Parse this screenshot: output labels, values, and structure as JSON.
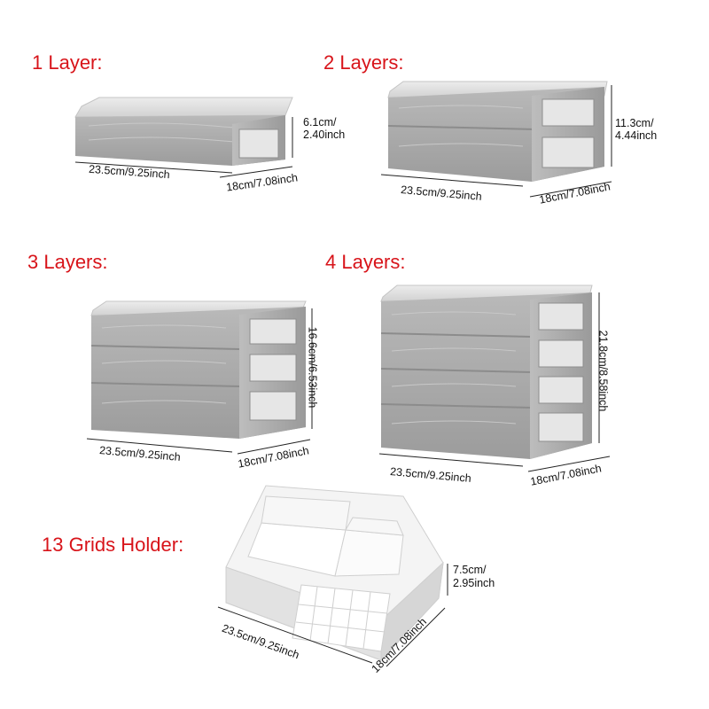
{
  "labels": {
    "one_layer": "1 Layer:",
    "two_layers": "2 Layers:",
    "three_layers": "3 Layers:",
    "four_layers": "4 Layers:",
    "grids_holder": "13 Grids Holder:"
  },
  "dimensions": {
    "one_layer": {
      "width": "23.5cm/9.25inch",
      "depth": "18cm/7.08inch",
      "height_line1": "6.1cm/",
      "height_line2": "2.40inch"
    },
    "two_layers": {
      "width": "23.5cm/9.25inch",
      "depth": "18cm/7.08inch",
      "height_line1": "11.3cm/",
      "height_line2": "4.44inch"
    },
    "three_layers": {
      "width": "23.5cm/9.25inch",
      "depth": "18cm/7.08inch",
      "height": "16.6cm/6.53inch"
    },
    "four_layers": {
      "width": "23.5cm/9.25inch",
      "depth": "18cm/7.08inch",
      "height": "21.8cm/8.58inch"
    },
    "grids_holder": {
      "width": "23.5cm/9.25inch",
      "depth": "18cm/7.08inch",
      "height_line1": "7.5cm/",
      "height_line2": "2.95inch"
    }
  },
  "colors": {
    "label_red": "#d8141a",
    "drawer_gray": "#a9a9a9",
    "frame_gray": "#c9c9c9",
    "lid_gray": "#dedede"
  }
}
